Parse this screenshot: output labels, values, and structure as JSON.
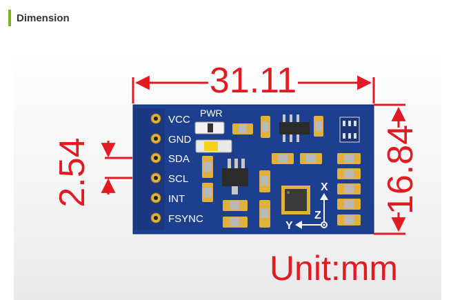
{
  "header": {
    "title": "Dimension"
  },
  "dimensions": {
    "width": "31.11",
    "height": "16.84",
    "pin_pitch": "2.54",
    "unit_note": "Unit:mm"
  },
  "board": {
    "color": "#1d3f8f",
    "pins": [
      "VCC",
      "GND",
      "SDA",
      "SCL",
      "INT",
      "FSYNC"
    ],
    "pwr_label": "PWR",
    "axes": {
      "x": "X",
      "y": "Y",
      "z": "Z"
    }
  },
  "colors": {
    "accent": "#7ab51d",
    "dimension": "#e21a22"
  }
}
